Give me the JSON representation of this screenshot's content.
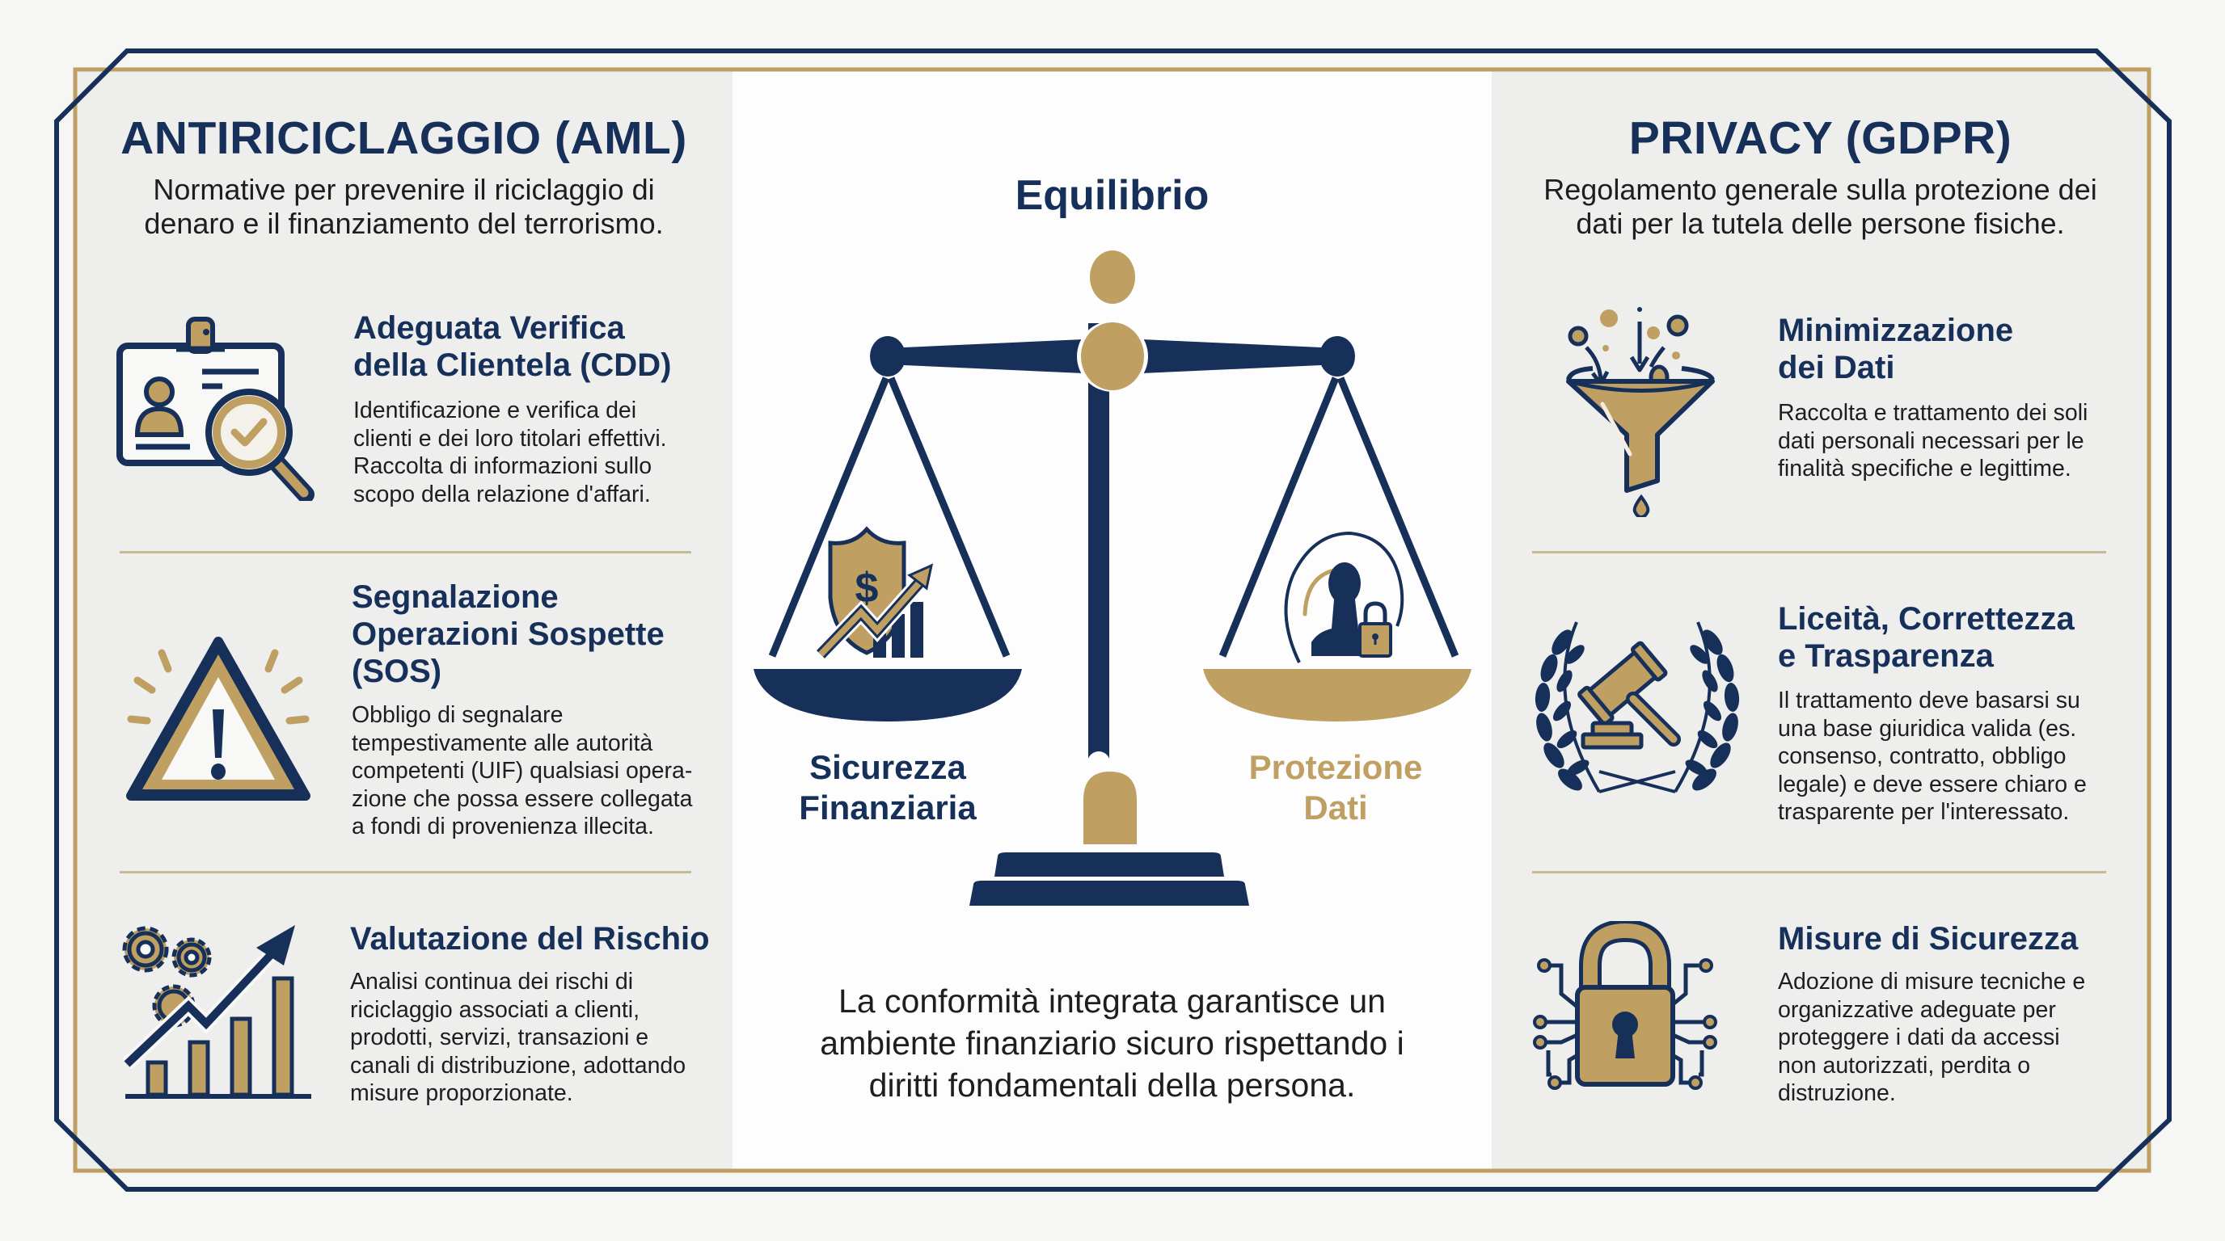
{
  "colors": {
    "navy": "#16305a",
    "gold": "#bfa062",
    "panel_gray": "#eeeeed",
    "center_white": "#fdfdfd",
    "divider": "#c9b994"
  },
  "left": {
    "title": "ANTIRICICLAGGIO (AML)",
    "subtitle_lines": [
      "Normative per prevenire il riciclaggio di",
      "denaro e il finanziamento del terrorismo."
    ],
    "items": [
      {
        "icon": "id-badge-magnifier-check-icon",
        "title_lines": [
          "Adeguata Verifica",
          "della Clientela (CDD)"
        ],
        "body_lines": [
          "Identificazione e verifica dei",
          "clienti e dei loro titolari effettivi.",
          "Raccolta di informazioni sullo",
          "scopo della relazione d'affari."
        ]
      },
      {
        "icon": "warning-triangle-icon",
        "title_lines": [
          "Segnalazione",
          "Operazioni Sospette",
          "(SOS)"
        ],
        "body_lines": [
          "Obbligo di segnalare",
          "tempestivamente alle autorità",
          "competenti (UIF) qualsiasi opera-",
          "zione che possa essere collegata",
          "a fondi di provenienza illecita."
        ]
      },
      {
        "icon": "gears-growth-chart-icon",
        "title_lines": [
          "Valutazione del Rischio"
        ],
        "body_lines": [
          "Analisi continua dei rischi di",
          "riciclaggio associati a clienti,",
          "prodotti, servizi, transazioni e",
          "canali di distribuzione, adottando",
          "misure proporzionate."
        ]
      }
    ]
  },
  "center": {
    "title": "Equilibrio",
    "left_pan_icon": "shield-dollar-growth-icon",
    "right_pan_icon": "person-lock-icon",
    "left_label_lines": [
      "Sicurezza",
      "Finanziaria"
    ],
    "right_label_lines": [
      "Protezione",
      "Dati"
    ],
    "caption_lines": [
      "La conformità integrata garantisce un",
      "ambiente finanziario sicuro rispettando i",
      "diritti fondamentali della persona."
    ]
  },
  "right": {
    "title": "PRIVACY (GDPR)",
    "subtitle_lines": [
      "Regolamento generale sulla protezione dei",
      "dati per la tutela delle persone fisiche."
    ],
    "items": [
      {
        "icon": "funnel-data-icon",
        "title_lines": [
          "Minimizzazione",
          "dei Dati"
        ],
        "body_lines": [
          "Raccolta e trattamento dei soli",
          "dati personali necessari per le",
          "finalità specifiche e legittime."
        ]
      },
      {
        "icon": "gavel-laurel-icon",
        "title_lines": [
          "Liceità, Correttezza",
          "e Trasparenza"
        ],
        "body_lines": [
          "Il trattamento deve basarsi su",
          "una base giuridica valida (es.",
          "consenso, contratto, obbligo",
          "legale) e deve essere chiaro e",
          "trasparente per l'interessato."
        ]
      },
      {
        "icon": "padlock-circuit-icon",
        "title_lines": [
          "Misure di Sicurezza"
        ],
        "body_lines": [
          "Adozione di misure tecniche e",
          "organizzative adeguate per",
          "proteggere i dati da accessi",
          "non autorizzati, perdita o",
          "distruzione."
        ]
      }
    ]
  }
}
